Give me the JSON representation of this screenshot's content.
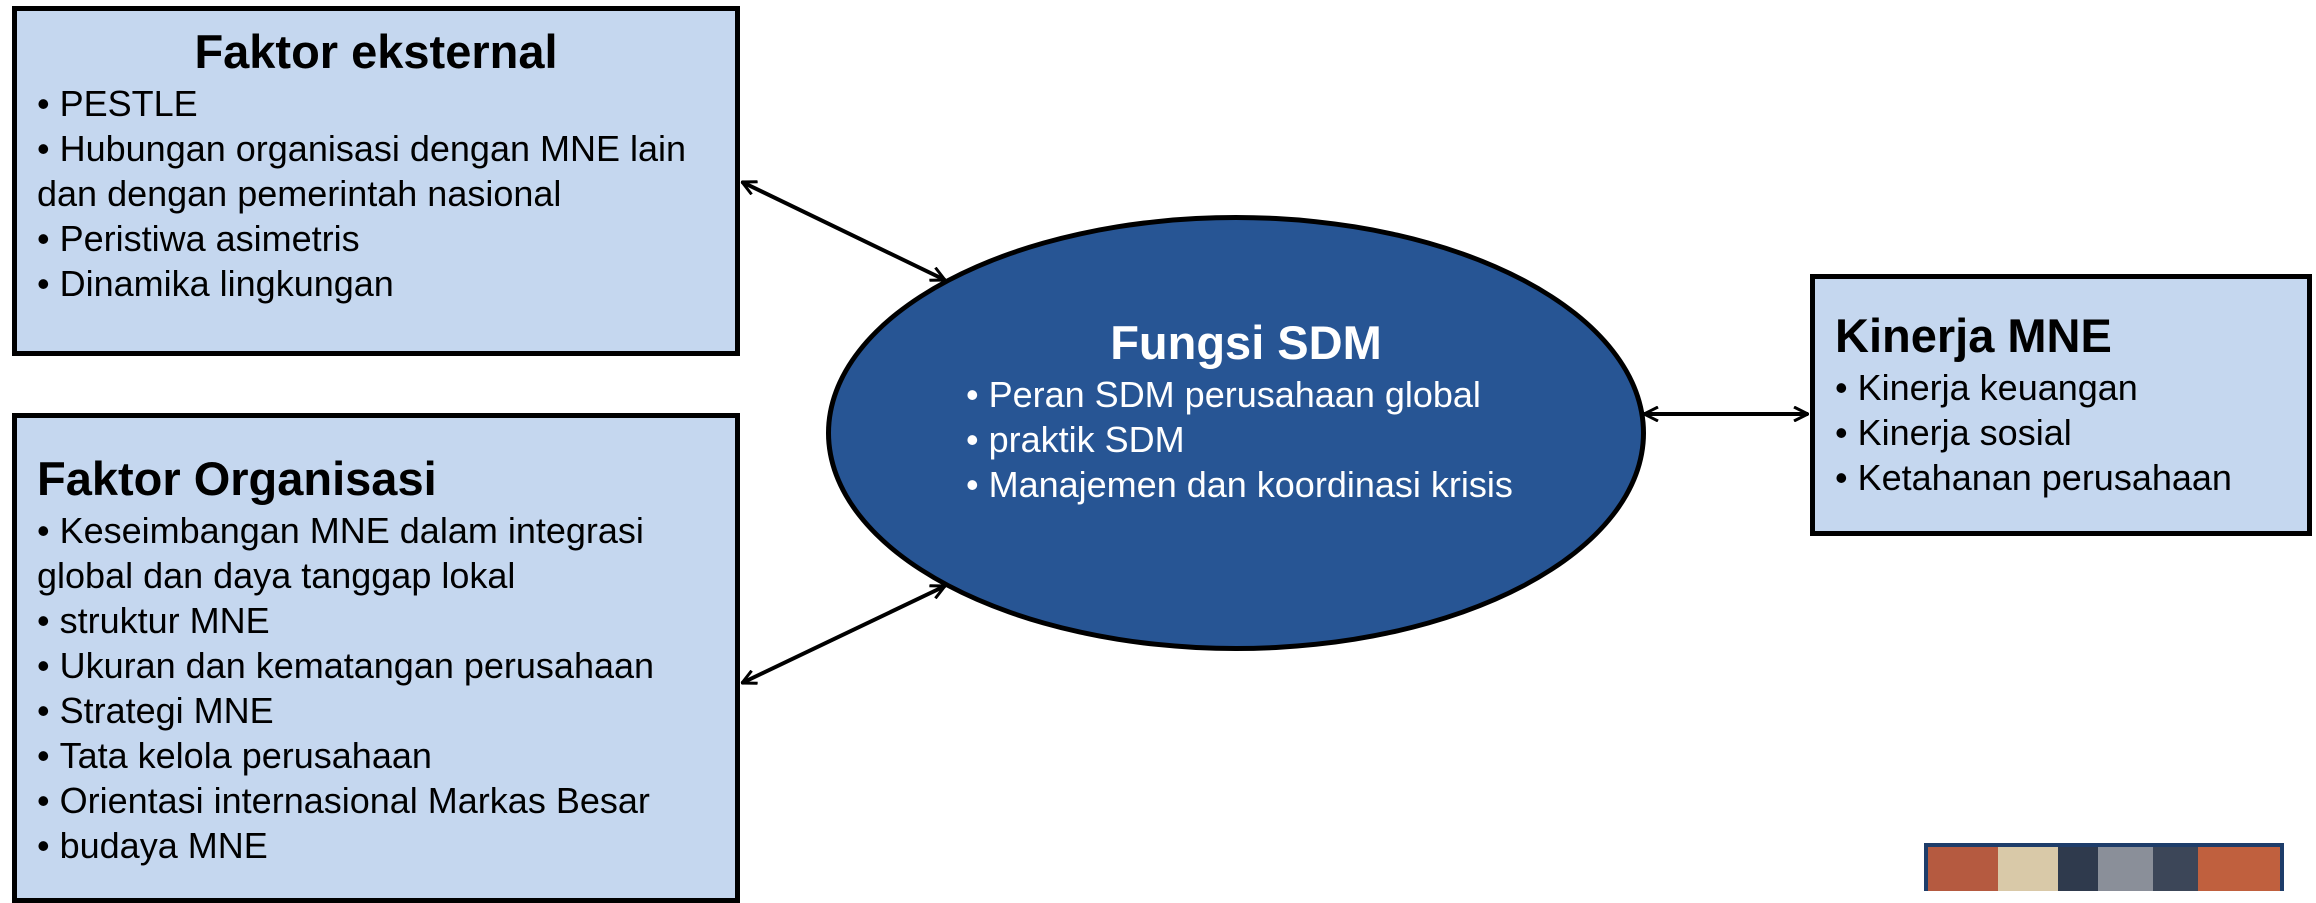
{
  "external": {
    "title": "Faktor eksternal",
    "items": [
      "PESTLE",
      "Hubungan organisasi dengan MNE lain dan dengan pemerintah nasional",
      "Peristiwa asimetris",
      "Dinamika lingkungan"
    ]
  },
  "organization": {
    "title": "Faktor Organisasi",
    "items": [
      "Keseimbangan MNE dalam integrasi global dan daya tanggap lokal",
      "struktur MNE",
      "Ukuran dan kematangan perusahaan",
      "Strategi MNE",
      "Tata kelola perusahaan",
      "Orientasi internasional Markas Besar",
      "budaya MNE"
    ]
  },
  "hr_function": {
    "title": "Fungsi SDM",
    "items": [
      "Peran SDM perusahaan global",
      "praktik SDM",
      "Manajemen dan koordinasi krisis"
    ]
  },
  "performance": {
    "title": "Kinerja MNE",
    "items": [
      "Kinerja keuangan",
      "Kinerja sosial",
      "Ketahanan perusahaan"
    ]
  },
  "colors": {
    "box_fill": "#c5d7ef",
    "ellipse_fill": "#275594",
    "border": "#000000",
    "ellipse_text": "#ffffff"
  }
}
